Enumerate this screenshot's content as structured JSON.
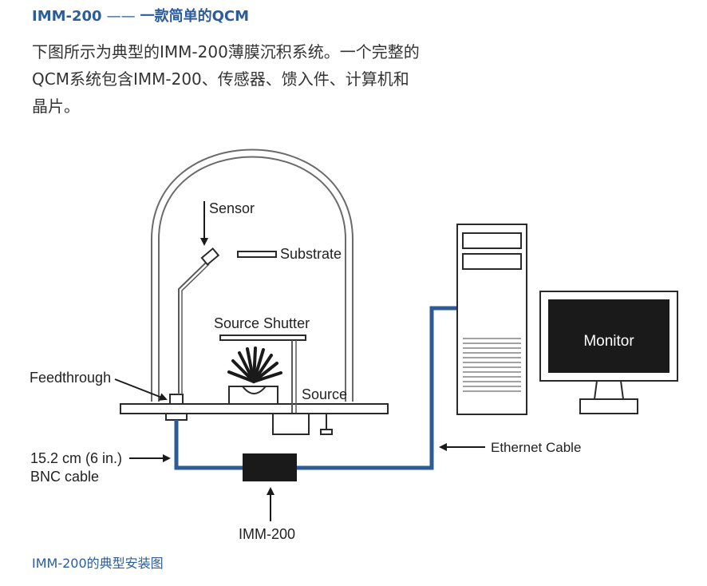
{
  "header": {
    "title_main": "IMM-200",
    "title_dash": "——",
    "title_sub": "一款简单的QCM"
  },
  "intro": {
    "line1": "下图所示为典型的IMM-200薄膜沉积系统。一个完整的",
    "line2": "QCM系统包含IMM-200、传感器、馈入件、计算机和",
    "line3": "晶片。"
  },
  "diagram": {
    "labels": {
      "sensor": "Sensor",
      "substrate": "Substrate",
      "source_shutter": "Source Shutter",
      "feedthrough": "Feedthrough",
      "source": "Source",
      "cable_length": "15.2 cm (6 in.)",
      "cable_type": "BNC cable",
      "imm": "IMM-200",
      "ethernet": "Ethernet Cable",
      "monitor": "Monitor"
    },
    "colors": {
      "cable_blue": "#2d5b96",
      "line_gray": "#5a5a5a",
      "dark": "#1a1a1a"
    }
  },
  "caption": {
    "text": "IMM-200的典型安装图"
  }
}
